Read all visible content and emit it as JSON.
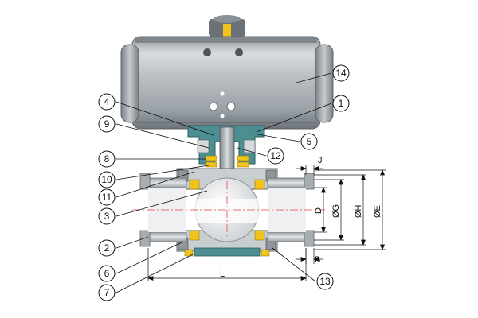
{
  "callouts": [
    {
      "label": "14"
    },
    {
      "label": "4"
    },
    {
      "label": "1"
    },
    {
      "label": "9"
    },
    {
      "label": "5"
    },
    {
      "label": "12"
    },
    {
      "label": "8"
    },
    {
      "label": "10"
    },
    {
      "label": "11"
    },
    {
      "label": "3"
    },
    {
      "label": "2"
    },
    {
      "label": "6"
    },
    {
      "label": "7"
    },
    {
      "label": "13"
    }
  ],
  "dimensions": {
    "J": "J",
    "ID": "ID",
    "G": "ØG",
    "H": "ØH",
    "E": "ØE",
    "B": "B",
    "L": "L"
  },
  "colors": {
    "actuator": "#b7bcc0",
    "actuator_dark": "#6e7479",
    "body": "#c8cdd0",
    "body_dark": "#7d8489",
    "bracket": "#4c8f93",
    "seal": "#f2c318",
    "ball": "#e9eaec",
    "centerline": "#e24444"
  }
}
